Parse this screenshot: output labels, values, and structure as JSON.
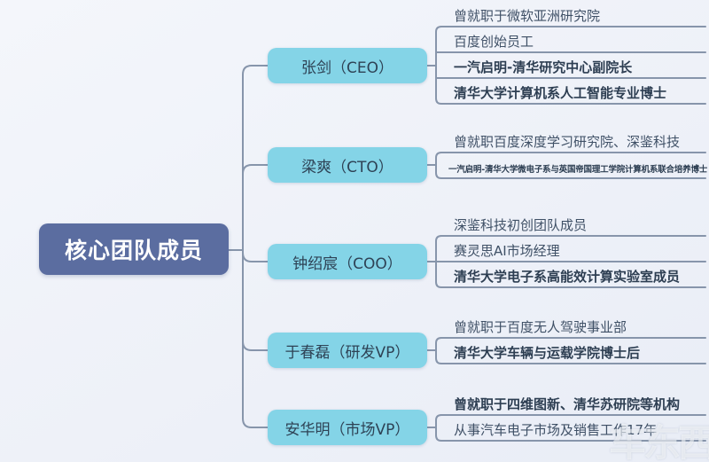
{
  "root_label": "核心团队成员",
  "watermark": "车东西",
  "colors": {
    "bg1": "#f4f6fb",
    "bg2": "#e9edf6",
    "root_fill": "#5b6da0",
    "root_text": "#ffffff",
    "branch_fill": "#84d4e7",
    "branch_text": "#2e4255",
    "line": "#8795ab",
    "leaf_text": "#3f5066",
    "leaf_text_bold": "#2d3e52"
  },
  "branches": [
    {
      "label": "张剑（CEO）",
      "items": [
        {
          "text": "曾就职于微软亚洲研究院",
          "bold": false
        },
        {
          "text": "百度创始员工",
          "bold": false
        },
        {
          "text": "一汽启明-清华研究中心副院长",
          "bold": true
        },
        {
          "text": "清华大学计算机系人工智能专业博士",
          "bold": true
        }
      ]
    },
    {
      "label": "梁爽（CTO）",
      "items": [
        {
          "text": "曾就职百度深度学习研究院、深鉴科技",
          "bold": false
        },
        {
          "text": "一汽启明-清华大学微电子系与英国帝国理工学院计算机系联合培养博士",
          "bold": true,
          "small": true
        }
      ]
    },
    {
      "label": "钟绍宸（COO）",
      "items": [
        {
          "text": "深鉴科技初创团队成员",
          "bold": false
        },
        {
          "text": "赛灵思AI市场经理",
          "bold": false
        },
        {
          "text": "清华大学电子系高能效计算实验室成员",
          "bold": true
        }
      ]
    },
    {
      "label": "于春磊（研发VP）",
      "items": [
        {
          "text": "曾就职于百度无人驾驶事业部",
          "bold": false
        },
        {
          "text": "清华大学车辆与运载学院博士后",
          "bold": true
        }
      ]
    },
    {
      "label": "安华明（市场VP）",
      "items": [
        {
          "text": "曾就职于四维图新、清华苏研院等机构",
          "bold": true
        },
        {
          "text": "从事汽车电子市场及销售工作17年",
          "bold": false
        }
      ]
    }
  ]
}
